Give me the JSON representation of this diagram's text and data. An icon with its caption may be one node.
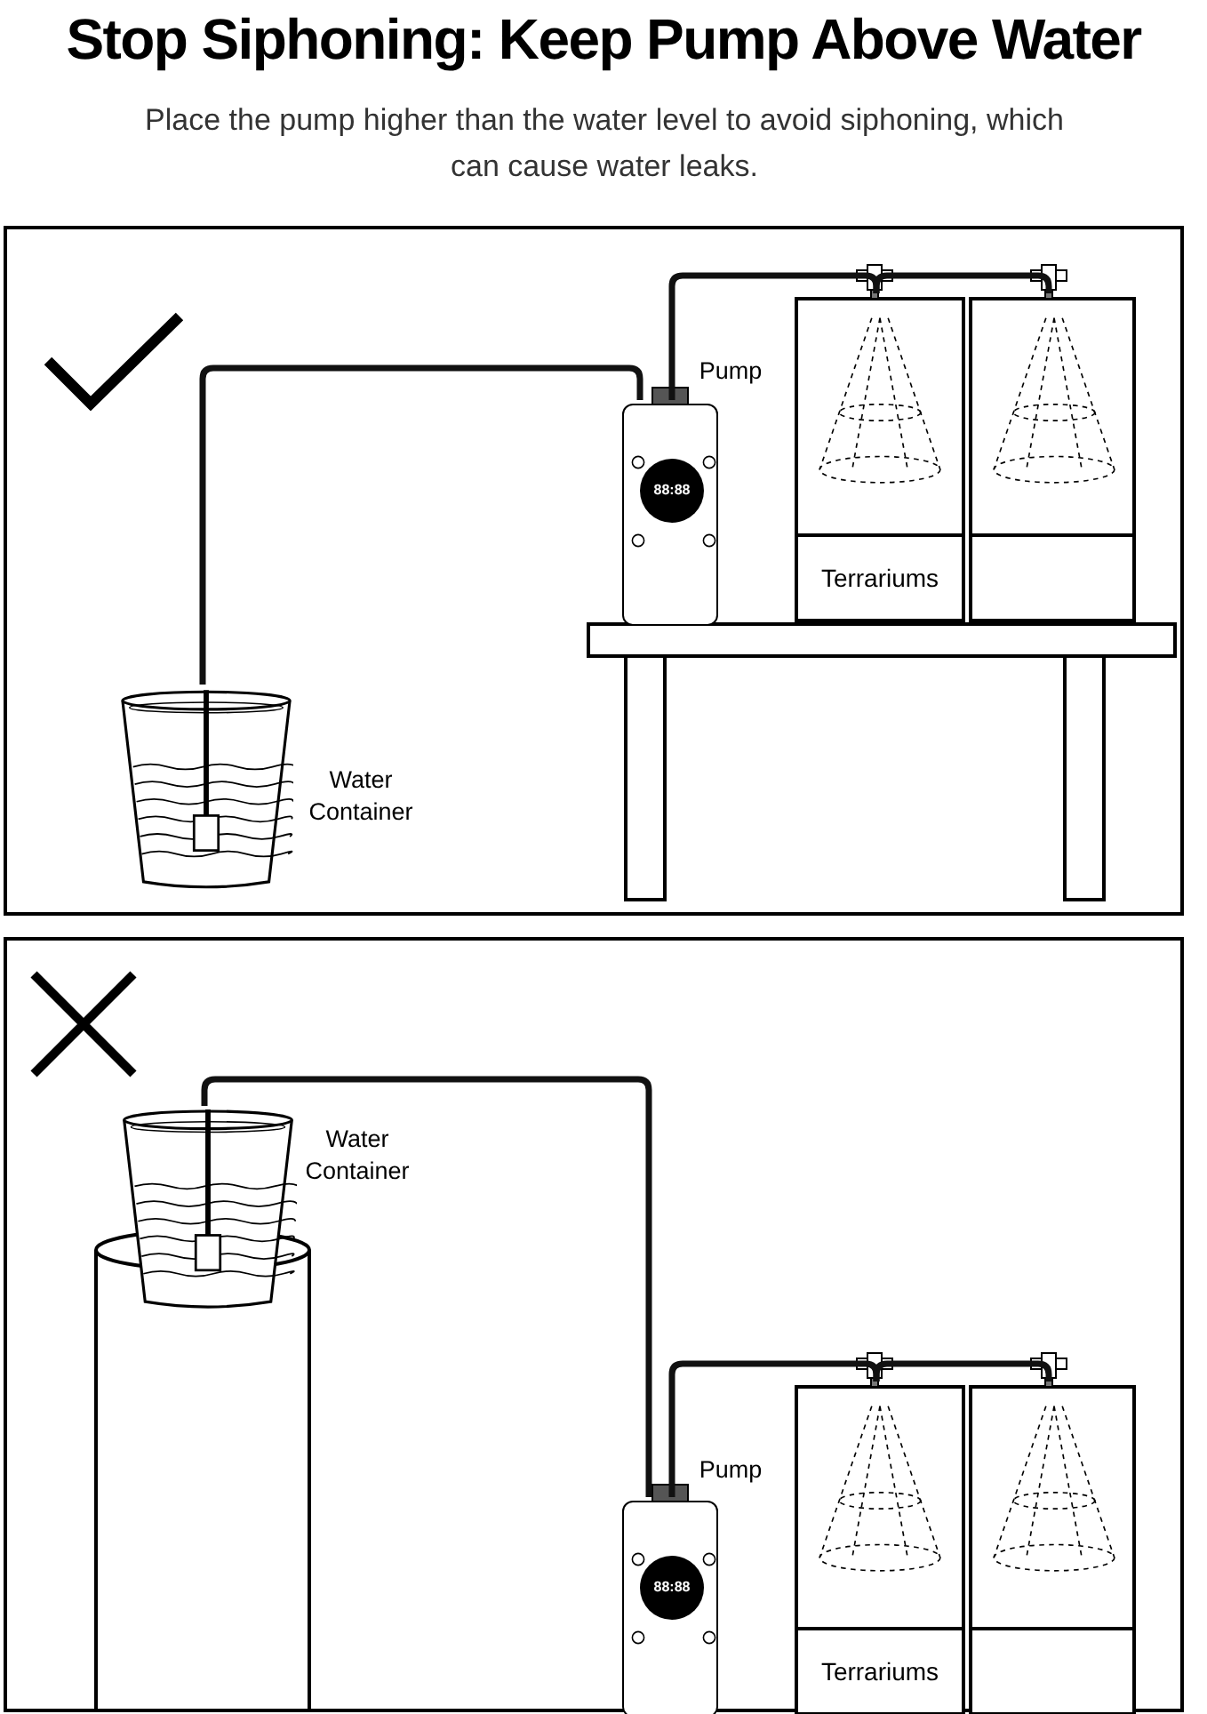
{
  "diagram": {
    "title": "Stop Siphoning: Keep Pump Above Water",
    "caption": "Place the pump higher than the water level to avoid siphoning, which can cause water leaks.",
    "nodes": [
      {
        "text": [],
        "shape": "box"
      },
      {
        "text": [],
        "shape": "picture",
        "beside": [
          "Water Container"
        ],
        "in": 0
      },
      {
        "text": [],
        "shape": "picture",
        "beside": [
          "Pump"
        ],
        "in": 0
      },
      {
        "text": [
          "Terrariums"
        ],
        "in": 0
      },
      {
        "text": [],
        "shape": "box",
        "in": 0
      },
      {
        "text": [],
        "shape": "box"
      },
      {
        "text": [],
        "shape": "picture",
        "beside": [
          "Water Container"
        ],
        "in": 5
      },
      {
        "text": [],
        "shape": "picture",
        "beside": [
          "Pump"
        ],
        "in": 5
      },
      {
        "text": [
          "Terrariums"
        ],
        "in": 5
      },
      {
        "text": [],
        "shape": "box",
        "in": 5
      }
    ],
    "edges": [
      {
        "from": 1,
        "to": 2,
        "arrow": "none"
      },
      {
        "from": 2,
        "to": 3,
        "arrow": "none"
      },
      {
        "from": 3,
        "to": 4,
        "arrow": "none"
      },
      {
        "from": 6,
        "to": 7,
        "arrow": "none"
      },
      {
        "from": 7,
        "to": 8,
        "arrow": "none"
      },
      {
        "from": 8,
        "to": 9,
        "arrow": "none"
      }
    ],
    "labels": [
      "88:88",
      "88:88"
    ]
  }
}
